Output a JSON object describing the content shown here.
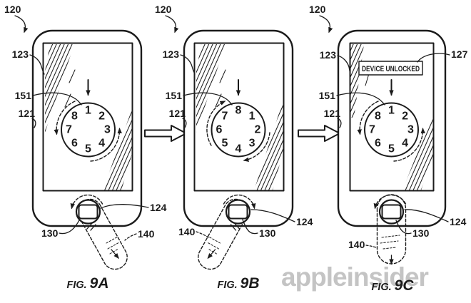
{
  "colors": {
    "ink": "#1b1b1b",
    "watermark": "#c4c4c4",
    "background": "#ffffff"
  },
  "watermark": {
    "text": "appleinsider"
  },
  "figures": [
    {
      "caption": {
        "prefix": "FIG.",
        "number": "9A"
      },
      "refs": {
        "device": "120",
        "display": "123",
        "dial": "151",
        "housing": "121",
        "home_button": "124",
        "button_rotation": "130",
        "finger": "140"
      },
      "dial": {
        "numbers": [
          "1",
          "2",
          "3",
          "4",
          "5",
          "6",
          "7",
          "8"
        ],
        "rotation": "counterclockwise"
      },
      "finger_direction": "lower-right"
    },
    {
      "caption": {
        "prefix": "FIG.",
        "number": "9B"
      },
      "refs": {
        "device": "120",
        "display": "123",
        "dial": "151",
        "housing": "121",
        "home_button": "124",
        "button_rotation": "130",
        "finger": "140"
      },
      "dial": {
        "numbers": [
          "8",
          "1",
          "2",
          "3",
          "4",
          "5",
          "6",
          "7"
        ],
        "rotation": "clockwise"
      },
      "finger_direction": "lower-left"
    },
    {
      "caption": {
        "prefix": "FIG.",
        "number": "9C"
      },
      "refs": {
        "device": "120",
        "display": "123",
        "dial": "151",
        "housing": "121",
        "home_button": "124",
        "button_rotation": "130",
        "finger": "140",
        "banner_ref": "127"
      },
      "banner": {
        "text": "DEVICE UNLOCKED"
      },
      "dial": {
        "numbers": [
          "1",
          "2",
          "3",
          "4",
          "5",
          "6",
          "7",
          "8"
        ],
        "rotation": "counterclockwise"
      },
      "finger_direction": "down"
    }
  ]
}
